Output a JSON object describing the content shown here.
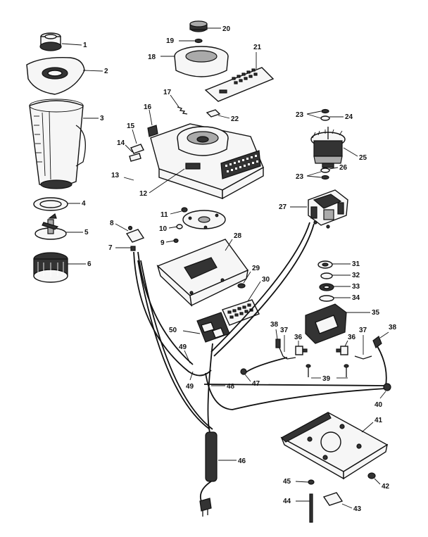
{
  "callouts": [
    {
      "id": "c1",
      "text": "1"
    },
    {
      "id": "c2",
      "text": "2"
    },
    {
      "id": "c3",
      "text": "3"
    },
    {
      "id": "c4",
      "text": "4"
    },
    {
      "id": "c5",
      "text": "5"
    },
    {
      "id": "c6",
      "text": "6"
    },
    {
      "id": "c7",
      "text": "7"
    },
    {
      "id": "c8",
      "text": "8"
    },
    {
      "id": "c9",
      "text": "9"
    },
    {
      "id": "c10",
      "text": "10"
    },
    {
      "id": "c11",
      "text": "11"
    },
    {
      "id": "c12",
      "text": "12"
    },
    {
      "id": "c13",
      "text": "13"
    },
    {
      "id": "c14",
      "text": "14"
    },
    {
      "id": "c15",
      "text": "15"
    },
    {
      "id": "c16",
      "text": "16"
    },
    {
      "id": "c17",
      "text": "17"
    },
    {
      "id": "c18",
      "text": "18"
    },
    {
      "id": "c19",
      "text": "19"
    },
    {
      "id": "c20",
      "text": "20"
    },
    {
      "id": "c21",
      "text": "21"
    },
    {
      "id": "c22",
      "text": "22"
    },
    {
      "id": "c23a",
      "text": "23"
    },
    {
      "id": "c23b",
      "text": "23"
    },
    {
      "id": "c24",
      "text": "24"
    },
    {
      "id": "c25",
      "text": "25"
    },
    {
      "id": "c26",
      "text": "26"
    },
    {
      "id": "c27",
      "text": "27"
    },
    {
      "id": "c28",
      "text": "28"
    },
    {
      "id": "c29",
      "text": "29"
    },
    {
      "id": "c30",
      "text": "30"
    },
    {
      "id": "c31",
      "text": "31"
    },
    {
      "id": "c32",
      "text": "32"
    },
    {
      "id": "c33",
      "text": "33"
    },
    {
      "id": "c34",
      "text": "34"
    },
    {
      "id": "c35",
      "text": "35"
    },
    {
      "id": "c36a",
      "text": "36"
    },
    {
      "id": "c36b",
      "text": "36"
    },
    {
      "id": "c37a",
      "text": "37"
    },
    {
      "id": "c37b",
      "text": "37"
    },
    {
      "id": "c38a",
      "text": "38"
    },
    {
      "id": "c38b",
      "text": "38"
    },
    {
      "id": "c39",
      "text": "39"
    },
    {
      "id": "c40",
      "text": "40"
    },
    {
      "id": "c41",
      "text": "41"
    },
    {
      "id": "c42",
      "text": "42"
    },
    {
      "id": "c43",
      "text": "43"
    },
    {
      "id": "c44",
      "text": "44"
    },
    {
      "id": "c45",
      "text": "45"
    },
    {
      "id": "c46",
      "text": "46"
    },
    {
      "id": "c47",
      "text": "47"
    },
    {
      "id": "c48",
      "text": "48"
    },
    {
      "id": "c49a",
      "text": "49"
    },
    {
      "id": "c49b",
      "text": "49"
    },
    {
      "id": "c50",
      "text": "50"
    }
  ]
}
